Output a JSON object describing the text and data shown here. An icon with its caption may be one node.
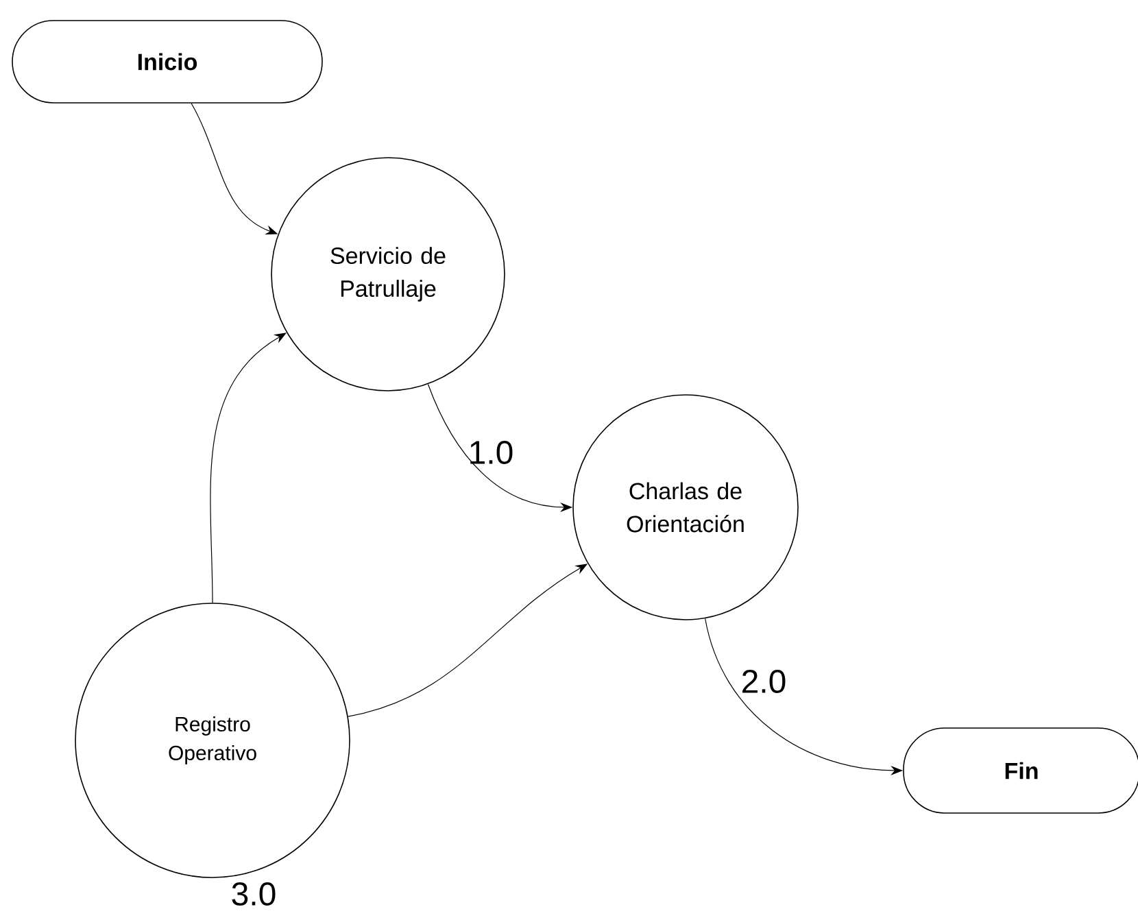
{
  "diagram": {
    "nodes": [
      {
        "text": [
          "Inicio"
        ]
      },
      {
        "text": [
          "Servicio de Patrullaje"
        ],
        "beside": [
          "1.0"
        ]
      },
      {
        "text": [
          "Charlas de Orientación"
        ],
        "beside": [
          "2.0"
        ]
      },
      {
        "text": [
          "Registro Operativo"
        ],
        "beside": [
          "3.0"
        ]
      },
      {
        "text": [
          "Fin"
        ]
      }
    ],
    "edges": [
      {
        "from": 0,
        "to": 1,
        "arrow": "to"
      },
      {
        "from": 3,
        "to": 1,
        "arrow": "to"
      },
      {
        "from": 1,
        "to": 2,
        "arrow": "to"
      },
      {
        "from": 3,
        "to": 2,
        "arrow": "to"
      },
      {
        "from": 2,
        "to": 4,
        "arrow": "to"
      }
    ]
  }
}
